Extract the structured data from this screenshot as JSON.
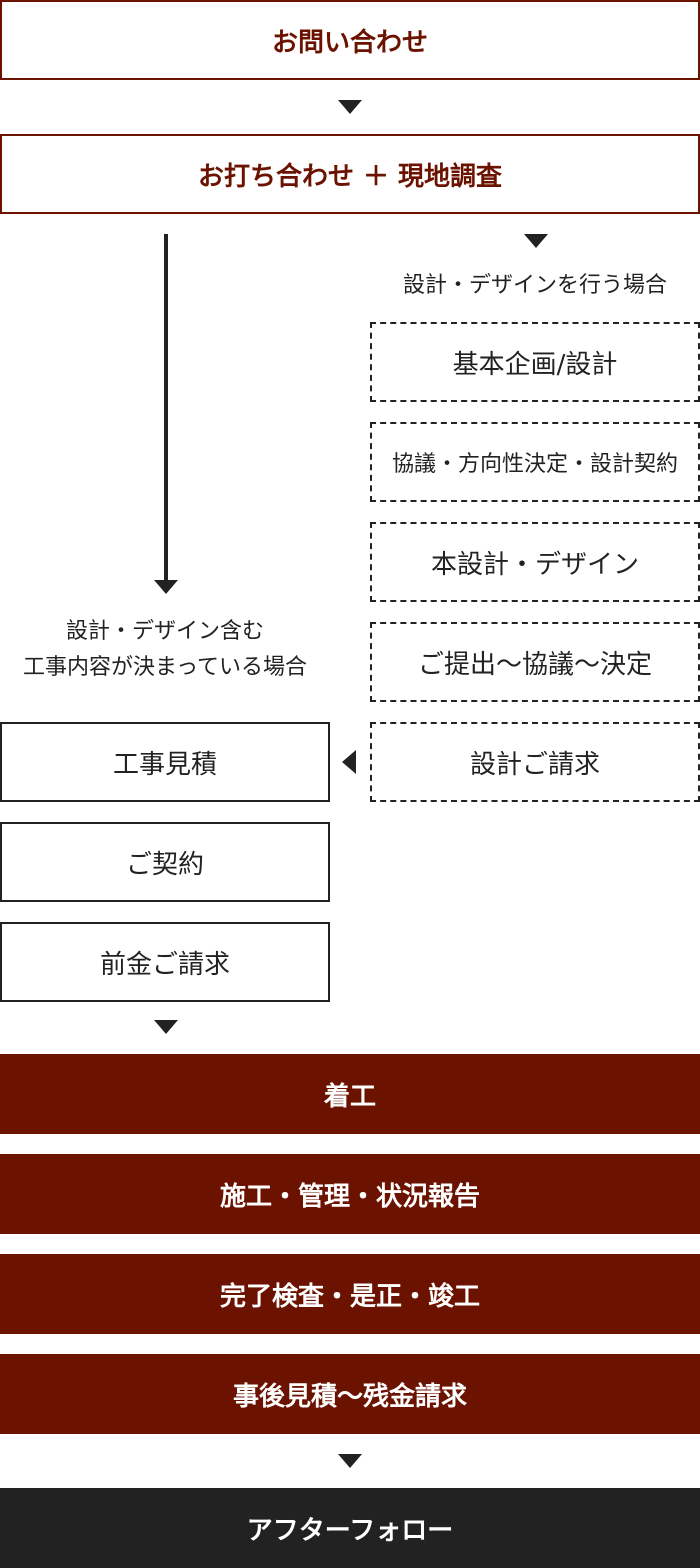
{
  "steps": {
    "inquiry": "お問い合わせ",
    "meeting": "お打ち合わせ ＋ 現地調査",
    "design_branch_label": "設計・デザインを行う場合",
    "design_steps": [
      "基本企画/設計",
      "協議・方向性決定・設計契約",
      "本設計・デザイン",
      "ご提出〜協議〜決定",
      "設計ご請求"
    ],
    "direct_branch_label_line1": "設計・デザイン含む",
    "direct_branch_label_line2": "工事内容が決まっている場合",
    "construction_steps": [
      "工事見積",
      "ご契約",
      "前金ご請求"
    ],
    "execution_steps": [
      "着工",
      "施工・管理・状況報告",
      "完了検査・是正・竣工",
      "事後見積〜残金請求"
    ],
    "aftercare": "アフターフォロー"
  },
  "colors": {
    "accent": "#6b1300",
    "dark": "#222222",
    "background": "#ffffff"
  }
}
